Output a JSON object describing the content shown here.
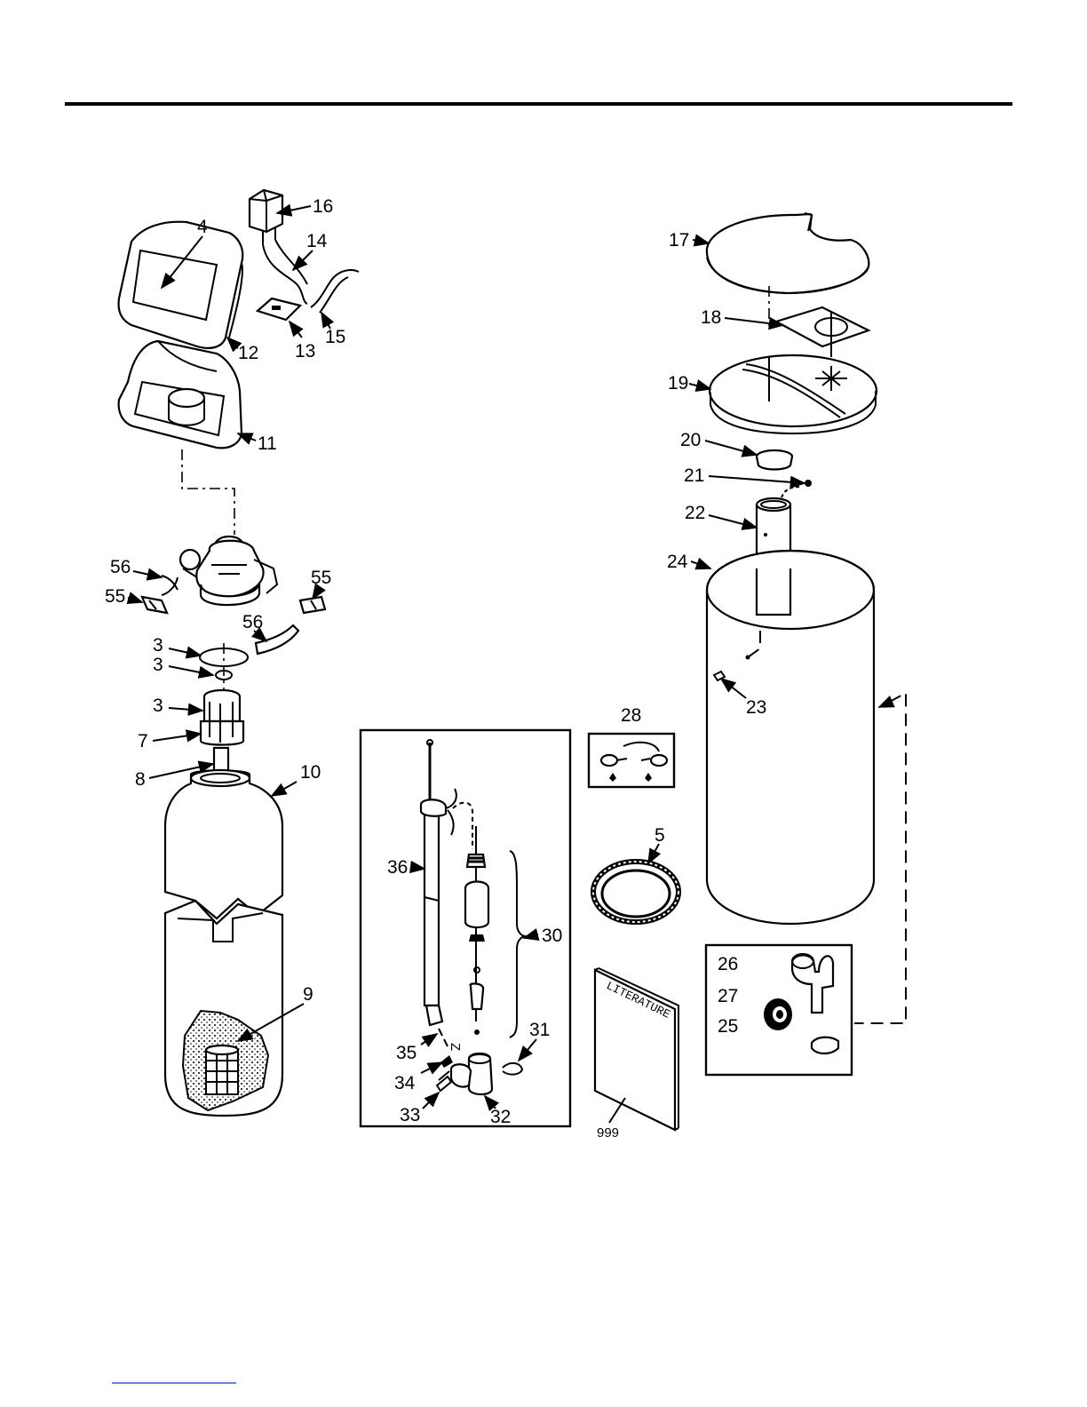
{
  "parts": {
    "p16": "16",
    "p4": "4",
    "p14": "14",
    "p12": "12",
    "p13": "13",
    "p15": "15",
    "p11": "11",
    "p56a": "56",
    "p55a": "55",
    "p55b": "55",
    "p56b": "56",
    "p3a": "3",
    "p3b": "3",
    "p3c": "3",
    "p7": "7",
    "p8": "8",
    "p10": "10",
    "p9": "9",
    "p36": "36",
    "p30": "30",
    "p35": "35",
    "p31": "31",
    "p34": "34",
    "p33": "33",
    "p32": "32",
    "p28": "28",
    "p5": "5",
    "p999": "999",
    "p17": "17",
    "p18": "18",
    "p19": "19",
    "p20": "20",
    "p21": "21",
    "p22": "22",
    "p24": "24",
    "p23": "23",
    "p26": "26",
    "p27": "27",
    "p25": "25"
  },
  "literature_text": "LITERATURE"
}
